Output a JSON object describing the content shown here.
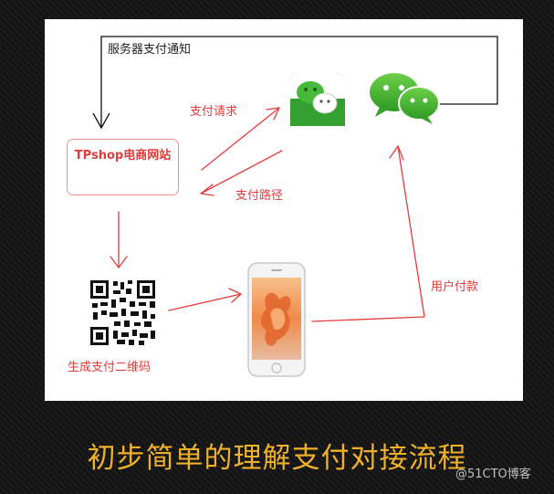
{
  "diagram": {
    "nodes": {
      "tpshop": "TPshop电商网站",
      "qrcode": "生成支付二维码"
    },
    "edges": {
      "server_notify": "服务器支付通知",
      "pay_request": "支付请求",
      "pay_path": "支付路径",
      "user_pay": "用户付款"
    },
    "colors": {
      "arrow": "#e23b3b",
      "notify_line": "#000000",
      "wechat_green": "#3dae2b",
      "caption": "#f0b12a"
    }
  },
  "caption": "初步简单的理解支付对接流程",
  "watermark": "@51CTO博客"
}
